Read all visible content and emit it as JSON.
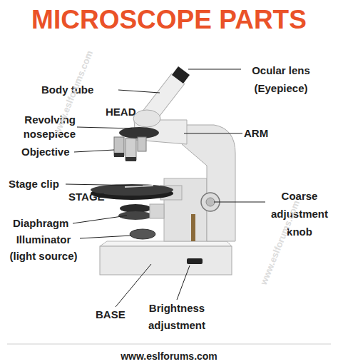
{
  "diagram": {
    "title": "MICROSCOPE PARTS",
    "labels": [
      "Ocular lens (Eyepiece)",
      "Body tube",
      "HEAD",
      "Revolving nosepiece",
      "Objective",
      "ARM",
      "Stage clip",
      "STAGE",
      "Coarse adjustment knob",
      "Diaphragm",
      "Illuminator (light source)",
      "BASE",
      "Brightness adjustment",
      "www.eslforums.com",
      "www.eslforums.com",
      "www.eslforums.com"
    ]
  }
}
